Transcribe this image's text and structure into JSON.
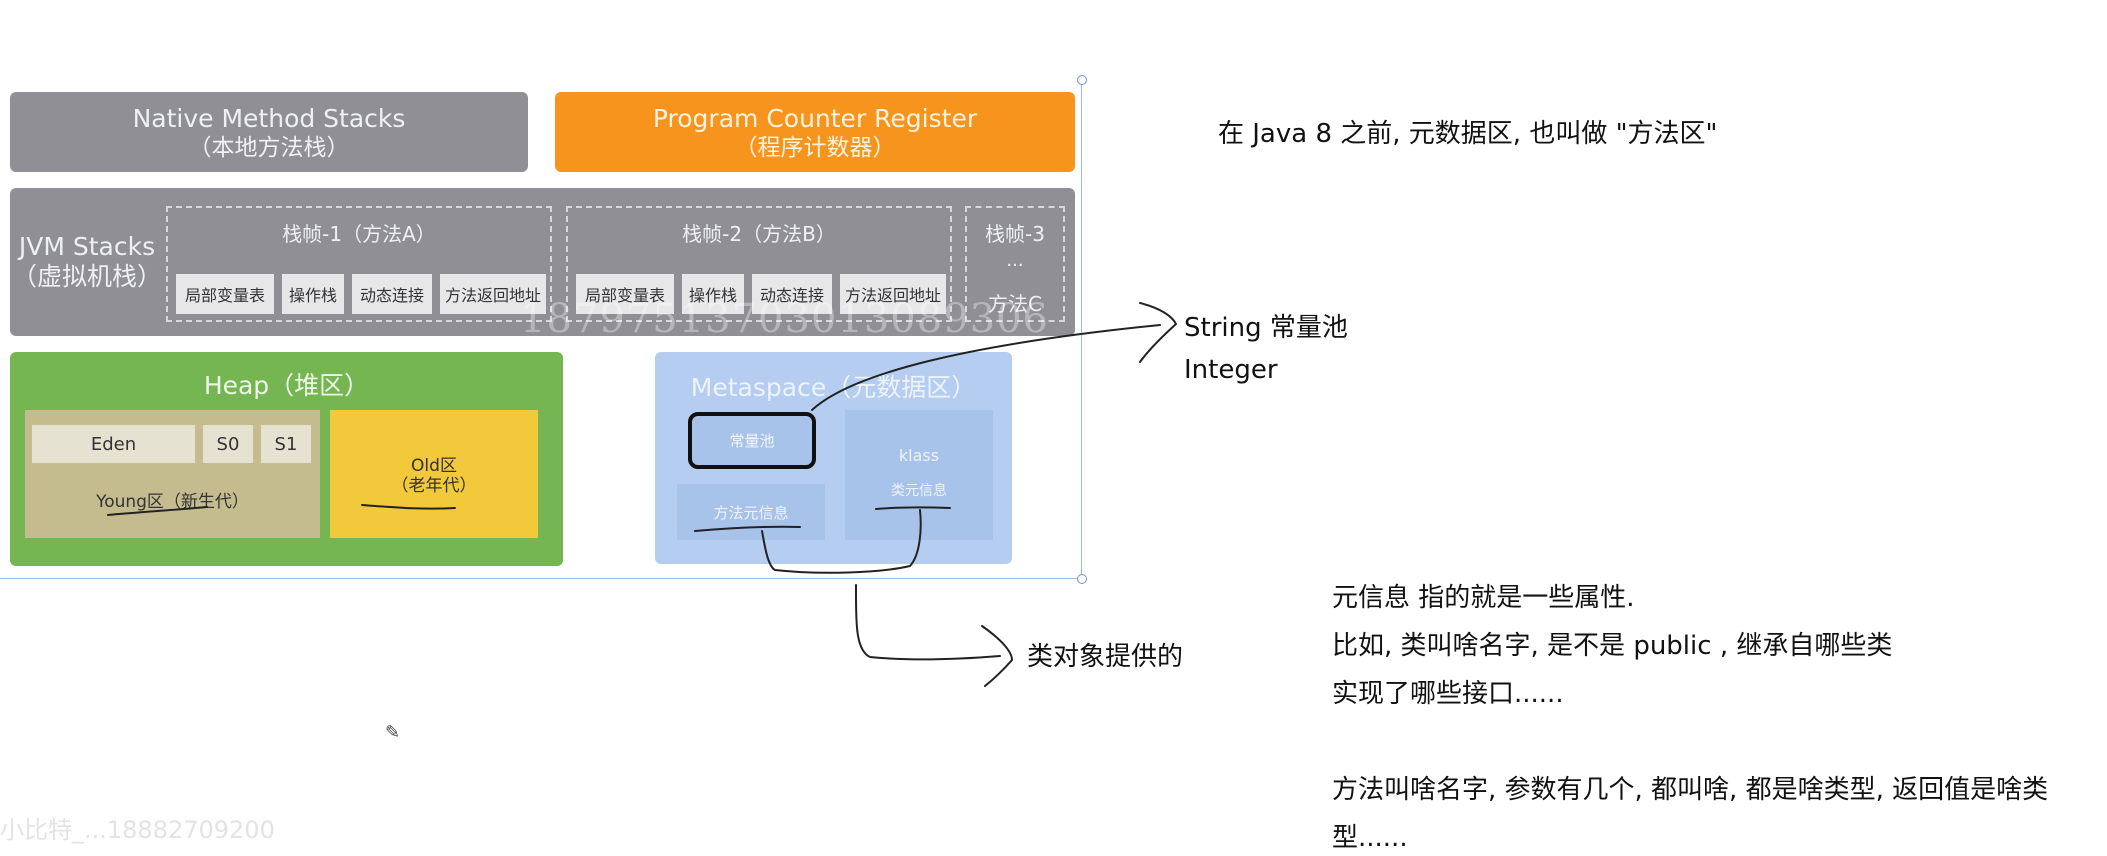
{
  "diagram": {
    "native_method_stacks": {
      "title": "Native Method Stacks",
      "subtitle": "（本地方法栈）"
    },
    "program_counter": {
      "title": "Program Counter Register",
      "subtitle": "（程序计数器）"
    },
    "jvm_stacks": {
      "label_line1": "JVM Stacks",
      "label_line2": "（虚拟机栈）",
      "frames": [
        {
          "title": "栈帧-1（方法A）",
          "cells": [
            "局部变量表",
            "操作栈",
            "动态连接",
            "方法返回地址"
          ]
        },
        {
          "title": "栈帧-2（方法B）",
          "cells": [
            "局部变量表",
            "操作栈",
            "动态连接",
            "方法返回地址"
          ]
        },
        {
          "title": "栈帧-3",
          "dots": "...",
          "method": "方法C"
        }
      ]
    },
    "heap": {
      "title": "Heap（堆区）",
      "eden": "Eden",
      "s0": "S0",
      "s1": "S1",
      "young": "Young区（新生代）",
      "old_line1": "Old区",
      "old_line2": "（老年代）"
    },
    "metaspace": {
      "title": "Metaspace（元数据区）",
      "constant_pool": "常量池",
      "method_meta": "方法元信息",
      "klass": "klass",
      "class_meta": "类元信息"
    },
    "watermark_number": "18797513703013089306",
    "watermark_bottom": "小比特_...18882709200"
  },
  "annotations": {
    "top_note": "在 Java 8 之前, 元数据区, 也叫做 \"方法区\"",
    "string_pool": "String 常量池",
    "integer": "Integer",
    "class_object": "类对象提供的",
    "meta_info_lines": [
      "元信息 指的就是一些属性.",
      "比如, 类叫啥名字, 是不是 public , 继承自哪些类",
      "实现了哪些接口......"
    ],
    "method_info_lines": [
      "方法叫啥名字, 参数有几个, 都叫啥, 都是啥类型, 返回值是啥类",
      "型......"
    ]
  },
  "colors": {
    "gray_box": "#8f8f95",
    "orange_box": "#f7941d",
    "heap_green": "#75b652",
    "old_yellow": "#f1c93b",
    "metaspace_blue": "#b4cdf0"
  }
}
